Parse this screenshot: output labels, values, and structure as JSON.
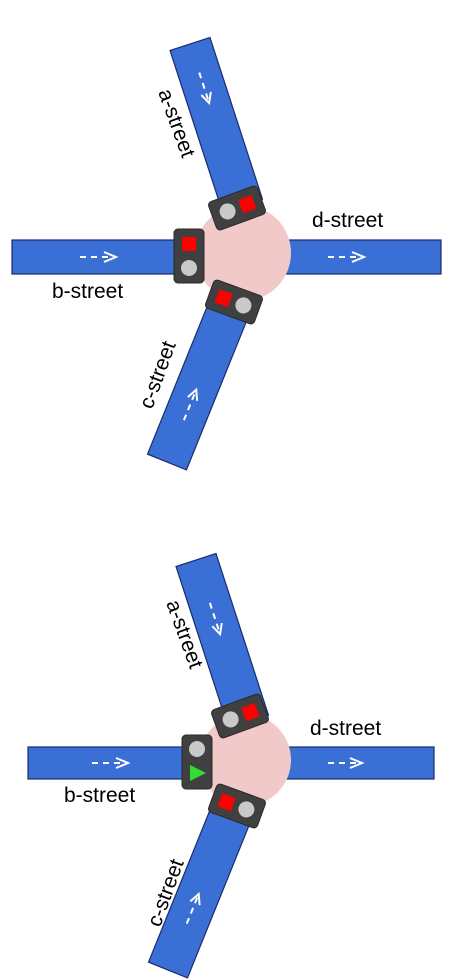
{
  "colors": {
    "road": "#3a6fd6",
    "hub": "#f2c9c9",
    "signal_housing": "#404040",
    "red": "#ff0000",
    "green": "#33dd33",
    "lamp_off": "#c9c9c9"
  },
  "diagrams": [
    {
      "streets": {
        "a": "a-street",
        "b": "b-street",
        "c": "c-street",
        "d": "d-street"
      },
      "signals": {
        "a": "red",
        "b": "red",
        "c": "red"
      }
    },
    {
      "streets": {
        "a": "a-street",
        "b": "b-street",
        "c": "c-street",
        "d": "d-street"
      },
      "signals": {
        "a": "red",
        "b": "green",
        "c": "red"
      }
    }
  ]
}
